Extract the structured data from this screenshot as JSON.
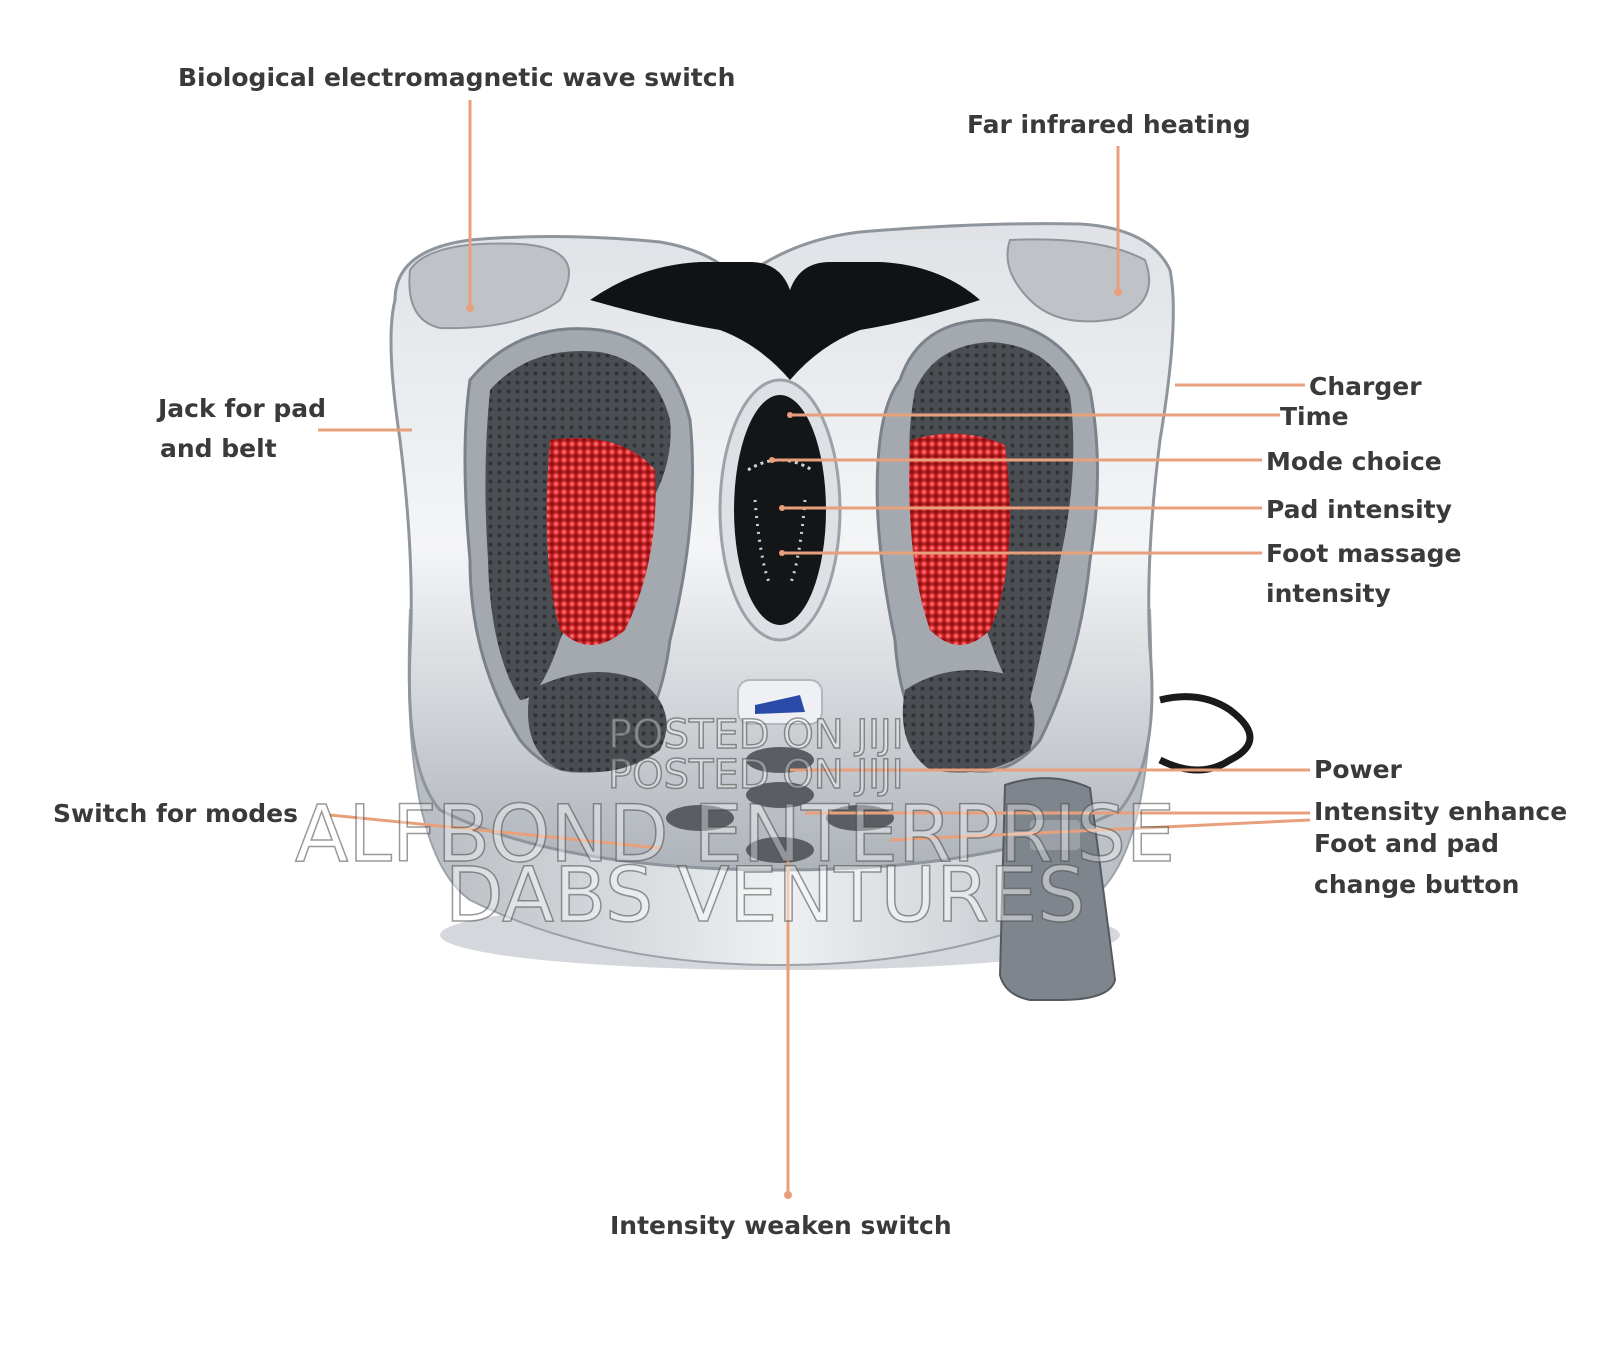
{
  "labels": {
    "bio_wave_switch": "Biological electromagnetic wave switch",
    "far_infrared_heating": "Far infrared heating",
    "jack_line1": "Jack for pad",
    "jack_line2": "and belt",
    "charger": "Charger",
    "time": "Time",
    "mode_choice": "Mode choice",
    "pad_intensity": "Pad intensity",
    "foot_massage_line1": "Foot massage",
    "foot_massage_line2": "intensity",
    "power": "Power",
    "intensity_enhance": "Intensity enhance",
    "switch_for_modes": "Switch for modes",
    "foot_pad_change_line1": "Foot and pad",
    "foot_pad_change_line2": "change button",
    "intensity_weaken_switch": "Intensity weaken switch"
  },
  "watermarks": {
    "posted_on": "POSTED ON JIJI",
    "enterprise": "ALFBOND ENTERPRISE",
    "ventures": "DABS VENTURES"
  },
  "colors": {
    "leader_line": "#e8a07c",
    "label_text": "#3a3a3a",
    "body_silver": "#c9cdd2",
    "pad_dark": "#4a4d52",
    "heat_red": "#d8262a"
  }
}
